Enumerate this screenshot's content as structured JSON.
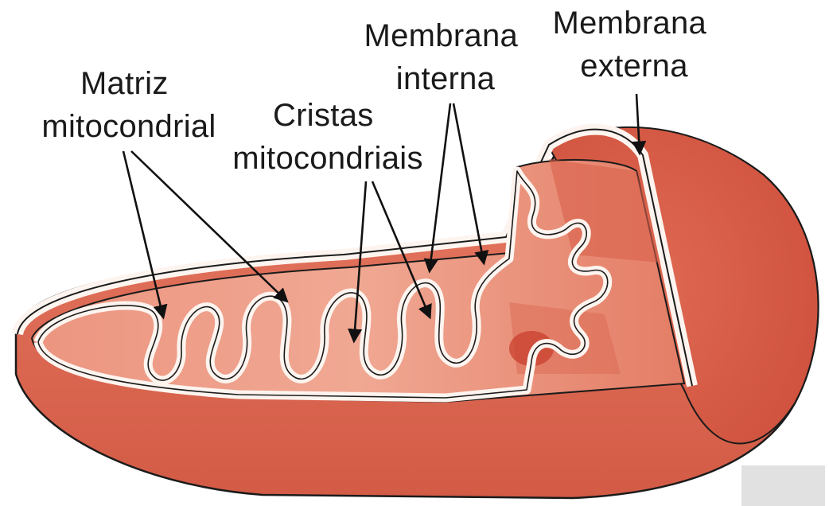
{
  "labels": {
    "matriz": [
      "Matriz",
      "mitocondrial"
    ],
    "cristas": [
      "Cristas",
      "mitocondriais"
    ],
    "membrana_interna": [
      "Membrana",
      "interna"
    ],
    "membrana_externa": [
      "Membrana",
      "externa"
    ]
  },
  "colors": {
    "outer_body": "#dc6a55",
    "outer_shade": "#c9533f",
    "matrix": "#e98a74",
    "matrix_light": "#f2b09c",
    "membrane_white": "#fdf4ef",
    "outline": "#1b1b1b"
  }
}
